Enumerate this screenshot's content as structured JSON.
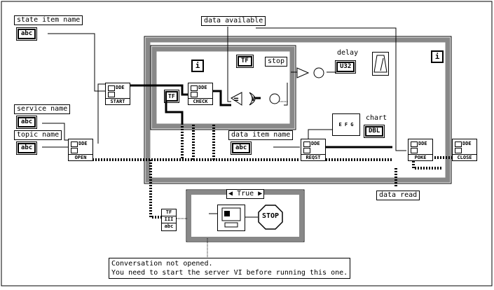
{
  "labels": {
    "state_item_name": "state item name",
    "service_name": "service name",
    "topic_name": "topic name",
    "data_available": "data available",
    "data_item_name": "data item name",
    "data_read": "data read",
    "delay": "delay",
    "chart": "chart",
    "stop": "stop",
    "case_selector": "True"
  },
  "terminals": {
    "state_item": "abc",
    "service": "abc",
    "topic": "abc",
    "data_item": "abc",
    "delay": "U32",
    "chart": "DBL",
    "stop": "TF",
    "check_out": "TF"
  },
  "subvis": {
    "start": "START",
    "check": "CHECK",
    "open": "OPEN",
    "reqst": "REQST",
    "poke": "POKE",
    "close": "CLOSE",
    "dde": "DDE"
  },
  "glyphs": {
    "iteration_i": "i",
    "or_gate": "∨",
    "equals": "=",
    "stop_sign": "STOP",
    "efg": "E F G",
    "bundle_tf": "TF",
    "bundle_abc": "abc"
  },
  "message": {
    "line1": "Conversation not opened.",
    "line2": "You need to start the server VI before running this one."
  }
}
